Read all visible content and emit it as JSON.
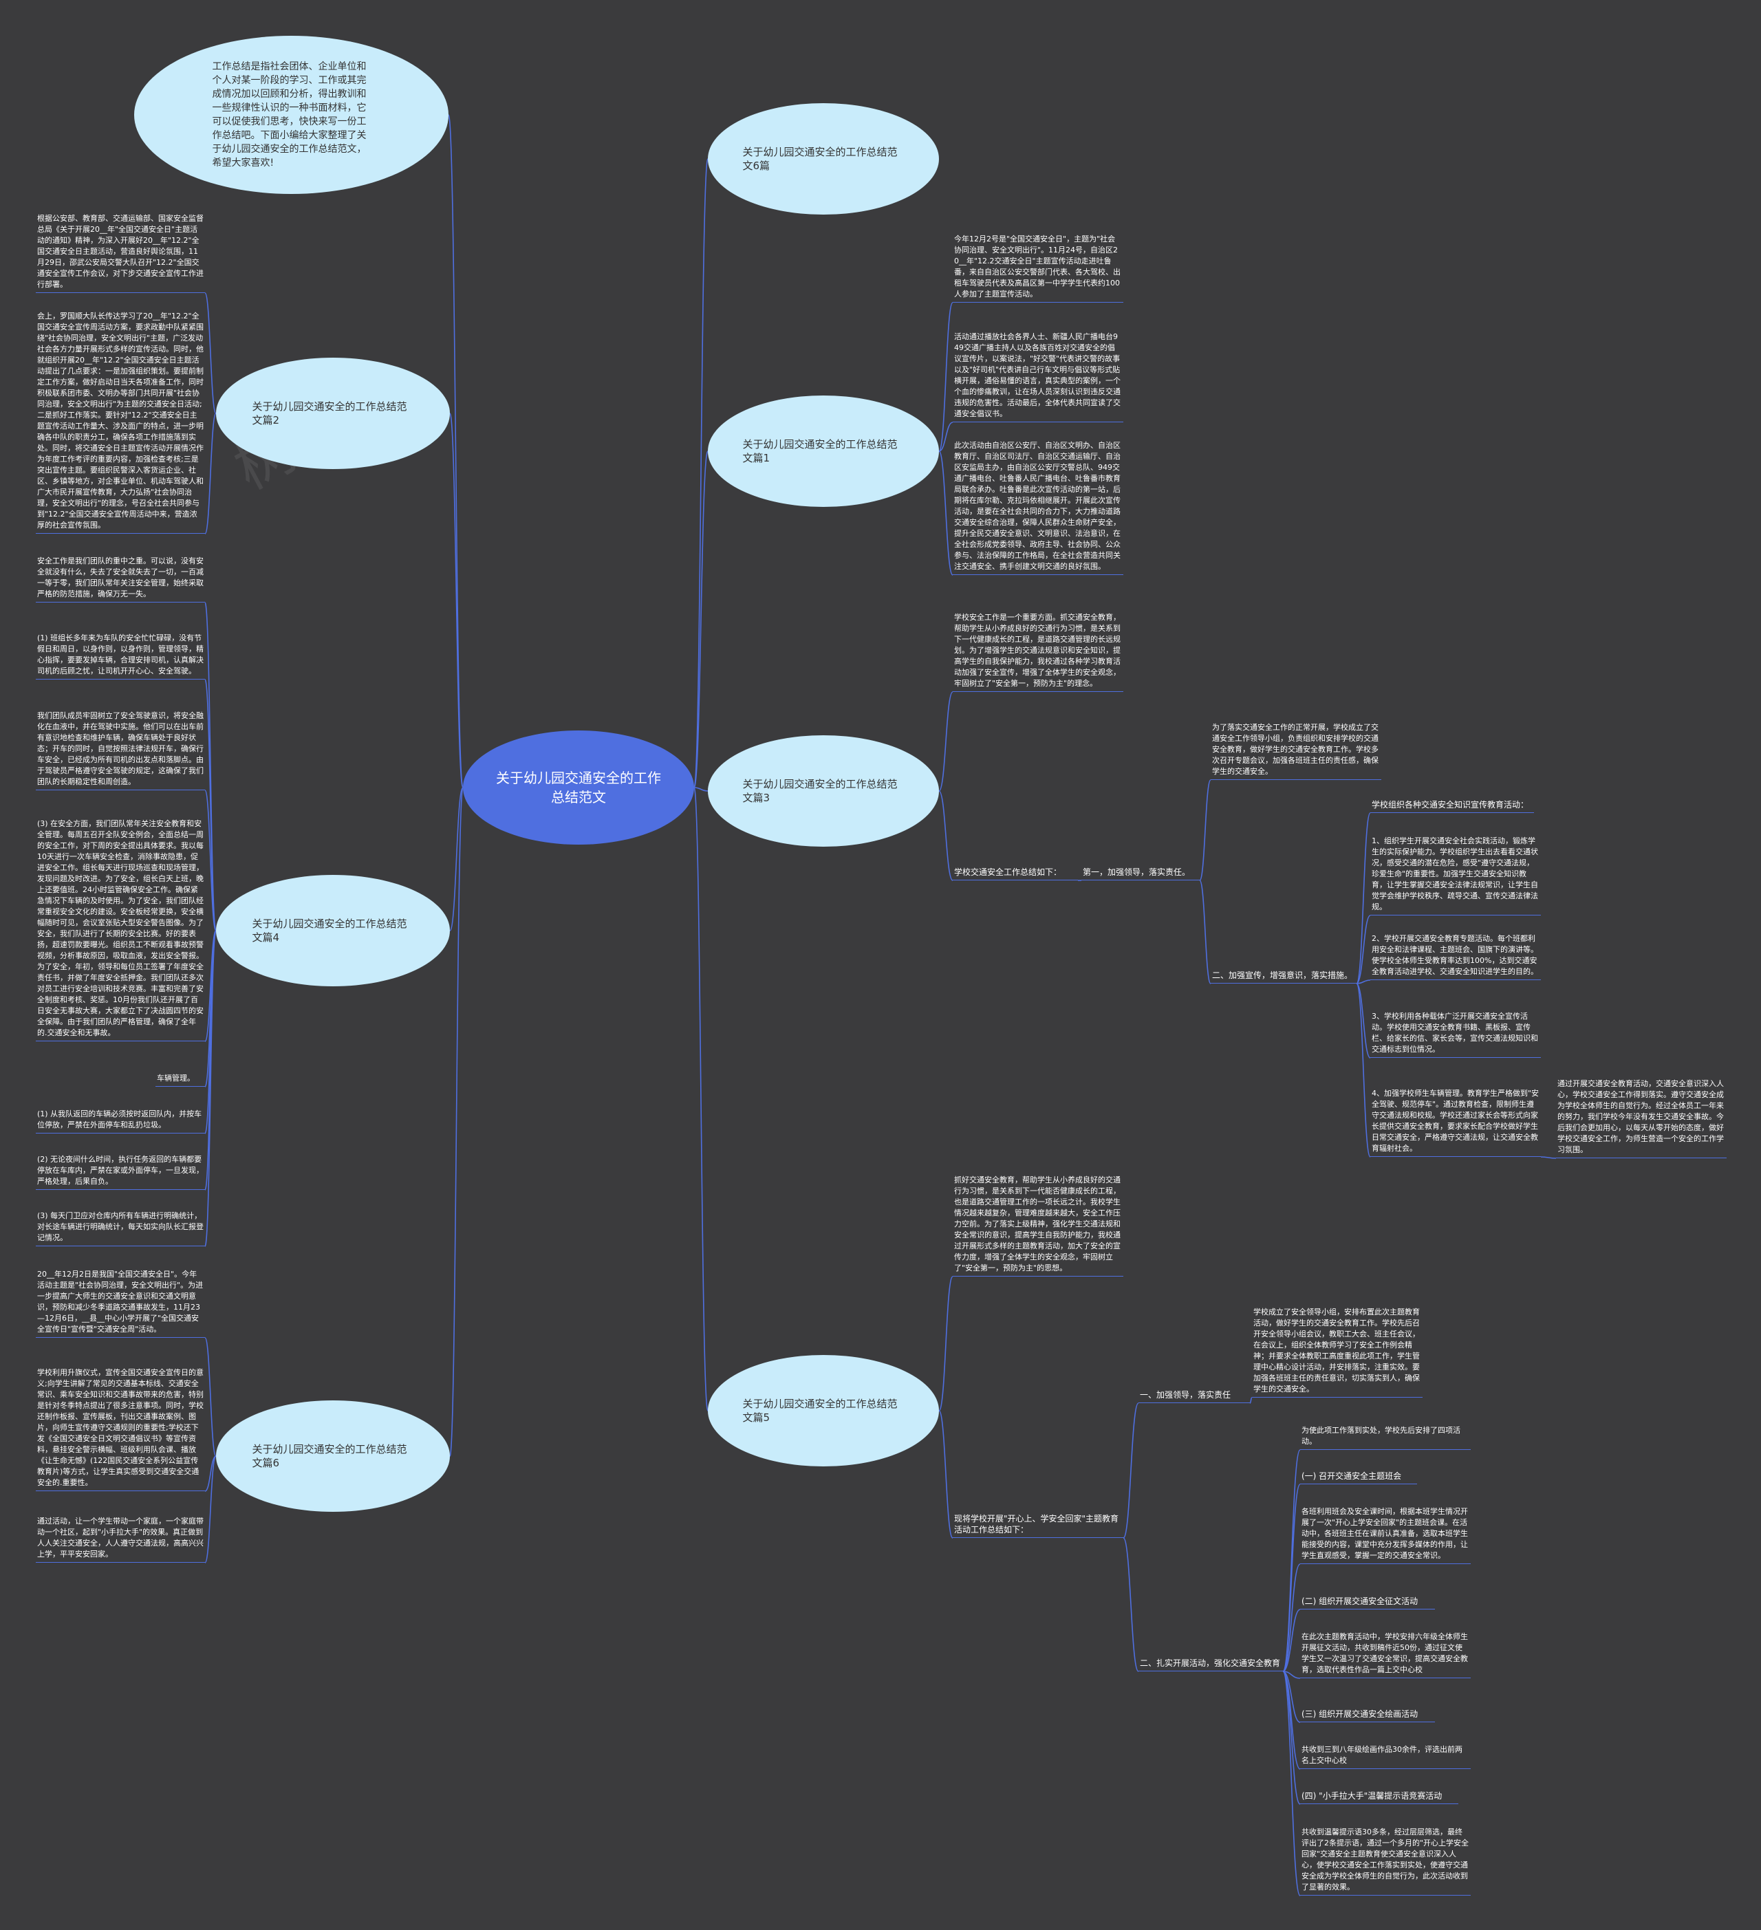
{
  "colors": {
    "background": "#3b3b3d",
    "root": "#4f6fe0",
    "topic": "#c9ecfb",
    "line": "#4f6fe0",
    "text": "#ffffff"
  },
  "watermark": "树图 s",
  "root": "关于幼儿园交通安全的工作总结范文",
  "intro": "工作总结是指社会团体、企业单位和个人对某一阶段的学习、工作或其完成情况加以回顾和分析，得出教训和一些规律性认识的一种书面材料，它可以促使我们思考，快快来写一份工作总结吧。下面小编给大家整理了关于幼儿园交通安全的工作总结范文，希望大家喜欢!",
  "topics": {
    "t6pian": "关于幼儿园交通安全的工作总结范文6篇",
    "t1": "关于幼儿园交通安全的工作总结范文篇1",
    "t2": "关于幼儿园交通安全的工作总结范文篇2",
    "t3": "关于幼儿园交通安全的工作总结范文篇3",
    "t4": "关于幼儿园交通安全的工作总结范文篇4",
    "t5": "关于幼儿园交通安全的工作总结范文篇5",
    "t6": "关于幼儿园交通安全的工作总结范文篇6"
  },
  "left": {
    "p2a": "根据公安部、教育部、交通运输部、国家安全监督总局《关于开展20__年\"全国交通安全日\"主题活动的通知》精神，为深入开展好20__年\"12.2\"全国交通安全日主题活动，营造良好舆论氛围，11月29日，邵武公安局交警大队召开\"12.2\"全国交通安全宣传工作会议，对下步交通安全宣传工作进行部署。",
    "p2b": "会上，罗国顺大队长传达学习了20__年\"12.2\"全国交通安全宣传周活动方案，要求政勤中队紧紧围绕\"社会协同治理，安全文明出行\"主题，广泛发动社会各方力量开展形式多样的宣传活动。同时，他就组织开展20__年\"12.2\"全国交通安全日主题活动提出了几点要求：一是加强组织策划。要提前制定工作方案，做好启动日当天各项准备工作，同时积极联系团市委、文明办等部门共同开展\"社会协同治理，安全文明出行\"为主题的交通安全日活动;二是抓好工作落实。要针对\"12.2\"交通安全日主题宣传活动工作量大、涉及面广的特点，进一步明确各中队的职责分工，确保各项工作措施落到实处。同时，将交通安全日主题宣传活动开展情况作为年度工作考评的重要内容，加强检查考核;三是突出宣传主题。要组织民警深入客货运企业、社区、乡镇等地方，对企事业单位、机动车驾驶人和广大市民开展宣传教育，大力弘扬\"社会协同治理，安全文明出行\"的理念，号召全社会共同参与到\"12.2\"全国交通安全宣传周活动中来，营造浓厚的社会宣传氛围。",
    "p4a": "安全工作是我们团队的重中之重。可以说，没有安全就没有什么，失去了安全就失去了一切，一百减一等于零，我们团队常年关注安全管理，始终采取严格的防范措施，确保万无一失。",
    "p4b": "(1) 班组长多年来为车队的安全忙忙碌碌，没有节假日和周日，以身作则，以身作则，管理领导，精心指挥，要要发掉车辆，合理安排司机，认真解决司机的后顾之忧，让司机开开心心、安全驾驶。",
    "p4c": "我们团队成员牢固树立了安全驾驶意识，将安全融化在血液中，并在驾驶中实施。他们可以在出车前有意识地检查和维护车辆，确保车辆处于良好状态；开车的同时，自觉按照法律法规开车，确保行车安全，已经成为所有司机的出发点和落脚点。由于驾驶员严格遵守安全驾驶的规定，这确保了我们团队的长期稳定性和周创造。",
    "p4d": "(3) 在安全方面，我们团队常年关注安全教育和安全管理。每周五召开全队安全例会，全面总结一周的安全工作，对下周的安全提出具体要求。我以每10天进行一次车辆安全检查，消除事故隐患，促进安全工作。组长每天进行现场巡查和现场管理，发现问题及时改进。为了安全，组长白天上班，晚上还要值班。24小时监管确保安全工作。确保紧急情况下车辆的及时使用。为了安全，我们团队经常重视安全文化的建设。安全板经常更换，安全横幅随时可见，会议室张贴大型安全警告图像。为了安全，我们队进行了长期的安全比赛。好的要表扬，超速罚款要曝光。组织员工不断观看事故预警视频，分析事故原因，吸取血液，发出安全警报。为了安全，年初，领导和每位员工签署了年度安全责任书，并做了年度安全抵押金。我们团队还多次对员工进行安全培训和技术竞赛。丰富和完善了安全制度和考核、奖惩。10月份我们队还开展了百日安全无事故大赛，大家都立下了决战圆四节的安全保障。由于我们团队的严格管理，确保了全年的.交通安全和无事故。",
    "p4e": "车辆管理。",
    "p4f": "(1) 从我队返回的车辆必须按时返回队内，并按车位停放，严禁在外面停车和乱扔垃圾。",
    "p4g": "(2) 无论夜间什么时间，执行任务返回的车辆都要停放在车库内，严禁在家或外面停车，一旦发现，严格处理，后果自负。",
    "p4h": "(3) 每天门卫应对仓库内所有车辆进行明确统计，对长途车辆进行明确统计，每天如实向队长汇报登记情况。",
    "p6a": "20__年12月2日是我国\"全国交通安全日\"。今年活动主题是\"社会协同治理，安全文明出行\"。为进一步提高广大师生的交通安全意识和交通文明意识，预防和减少冬季道路交通事故发生，11月23—12月6日，__县__中心小学开展了\"全国交通安全宣传日\"宣传暨\"交通安全周\"活动。",
    "p6b": "学校利用升旗仪式，宣传全国交通安全宣传日的意义;向学生讲解了常见的交通基本标线、交通安全常识、乘车安全知识和交通事故带来的危害，特别是针对冬季特点提出了很多注意事项。同时，学校还制作板报、宣传展板，刊出交通事故案例、图片，向师生宣传遵守交通规则的重要性;学校还下发《全国交通安全日文明交通倡议书》等宣传资料，悬挂安全警示横幅、班级利用队会课、播放《让生命无憾》(122国民交通安全系列公益宣传教育片)等方式，让学生真实感受到交通安全交通安全的.重要性。",
    "p6c": "通过活动，让一个学生带动一个家庭，一个家庭带动一个社区，起到\"小手拉大手\"的效果。真正做到人人关注交通安全，人人遵守交通法规，高高兴兴上学，平平安安回家。"
  },
  "right": {
    "p1a": "今年12月2号是\"全国交通安全日\"，主题为\"社会协同治理、安全文明出行\"。11月24号，自治区20__年\"12.2交通安全日\"主题宣传活动走进吐鲁番，来自自治区公安交警部门代表、各大驾校、出租车驾驶员代表及高昌区第一中学学生代表约100人参加了主题宣传活动。",
    "p1b": "活动通过播放社会各界人士、新疆人民广播电台949交通广播主持人以及各族百姓对交通安全的倡议宣传片，以案说法，\"好交警\"代表讲交警的故事以及\"好司机\"代表讲自己行车文明与倡议等形式贴横开展，通俗易懂的语言，真实典型的案例，一个个血的惨痛教训，让在场人员深刻认识到违反交通违规的危害性。活动最后，全体代表共同宣读了交通安全倡议书。",
    "p1c": "此次活动由自治区公安厅、自治区文明办、自治区教育厅、自治区司法厅、自治区交通运输厅、自治区安监局主办，由自治区公安厅交警总队、949交通广播电台、吐鲁番人民广播电台、吐鲁番市教育局联合承办。吐鲁番是此次宣传活动的第一站，后期将在库尔勒、克拉玛依相继展开。开展此次宣传活动，是要在全社会共同的合力下，大力推动道路交通安全综合治理，保障人民群众生命财产安全，提升全民交通安全意识、文明意识、法治意识，在全社会形成党委领导、政府主导、社会协同、公众参与、法治保障的工作格局，在全社会营造共同关注交通安全、携手创建文明交通的良好氛围。",
    "p3a": "学校安全工作是一个重要方面。抓交通安全教育，帮助学生从小养成良好的交通行为习惯，是关系到下一代健康成长的工程，是道路交通管理的长远规划。为了增强学生的交通法规意识和安全知识，提高学生的自我保护能力，我校通过各种学习教育活动加强了安全宣传，增强了全体学生的安全观念，牢固树立了\"安全第一，预防为主\"的理念。",
    "p3b": "学校交通安全工作总结如下：",
    "p3c": "第一，加强领导，落实责任。",
    "p3d": "为了落实交通安全工作的正常开展，学校成立了交通安全工作领导小组，负责组织和安排学校的交通安全教育，做好学生的交通安全教育工作。学校多次召开专题会议，加强各班班主任的责任感，确保学生的交通安全。",
    "p3e": "二、加强宣传，增强意识，落实措施。",
    "p3f": "学校组织各种交通安全知识宣传教育活动：",
    "p3g": "1、组织学生开展交通安全社会实践活动，锻炼学生的实际保护能力。学校组织学生出去看看交通状况，感受交通的潜在危险，感受\"遵守交通法规，珍爱生命\"的重要性。加强学生交通安全知识教育，让学生掌握交通安全法律法规常识，让学生自觉学会维护学校秩序、疏导交通、宣传交通法律法规。",
    "p3h": "2、学校开展交通安全教育专题活动。每个班都利用安全和法律课程、主题班会、国旗下的演讲等。使学校全体师生受教育率达到100%，达到交通安全教育活动进学校、交通安全知识进学生的目的。",
    "p3i": "3、学校利用各种载体广泛开展交通安全宣传活动。学校使用交通安全教育书籍、黑板报、宣传栏、给家长的信、家长会等，宣传交通法规知识和交通标志到位情况。",
    "p3j": "4、加强学校师生车辆管理。教育学生严格做到\"安全驾驶、规范停车\"。通过教育检查，限制师生遵守交通法规和校规。学校还通过家长会等形式向家长提供交通安全教育，要求家长配合学校做好学生日常交通安全，严格遵守交通法规，让交通安全教育辐射社会。",
    "p3k": "通过开展交通安全教育活动，交通安全意识深入人心，学校交通安全工作得到落实。遵守交通安全成为学校全体师生的自觉行为。经过全体员工一年来的努力，我们学校今年没有发生交通安全事故。今后我们会更加用心，以每天从零开始的态度，做好学校交通安全工作，为师生营造一个安全的工作学习氛围。",
    "p5a": "抓好交通安全教育，帮助学生从小养成良好的交通行为习惯，是关系到下一代能否健康成长的工程，也是道路交通管理工作的一项长远之计。我校学生情况越来越复杂，管理难度越来越大，安全工作压力空前。为了落实上级精神，强化学生交通法规和安全常识的意识，提高学生自我防护能力，我校通过开展形式多样的主题教育活动，加大了安全的宣传力度，增强了全体学生的安全观念，牢固树立了\"安全第一，预防为主\"的思想。",
    "p5b": "现将学校开展\"开心上、学安全回家\"主题教育活动工作总结如下：",
    "p5c": "一、加强领导，落实责任",
    "p5d": "学校成立了安全领导小组，安排布置此次主题教育活动，做好学生的交通安全教育工作。学校先后召开安全领导小组会议，教职工大会、班主任会议，在会议上，组织全体教师学习了安全工作例会精神；并要求全体教职工高度重视此项工作，学生管理中心精心设计活动，并安排落实，注重实效。要加强各班班主任的责任意识，切实落实到人，确保学生的交通安全。",
    "p5e": "二、扎实开展活动，强化交通安全教育",
    "p5f": "为使此项工作落到实处，学校先后安排了四项活动。",
    "p5g": "(一) 召开交通安全主题班会",
    "p5h": "各班利用班会及安全课时间，根据本班学生情况开展了一次\"开心上学安全回家\"的主题班会课。在活动中，各班班主任在课前认真准备，选取本班学生能接受的内容，课堂中充分发挥多媒体的作用，让学生直观感受，掌握一定的交通安全常识。",
    "p5i": "(二) 组织开展交通安全征文活动",
    "p5j": "在此次主题教育活动中，学校安排六年级全体师生开展征文活动，共收到稿件近50份，通过征文使学生又一次温习了交通安全常识，提高交通安全教育，选取代表性作品一篇上交中心校",
    "p5k": "(三) 组织开展交通安全绘画活动",
    "p5l": "共收到三到八年级绘画作品30余件，评选出前两名上交中心校",
    "p5m": "(四) \"小手拉大手\"温馨提示语竞赛活动",
    "p5n": "共收到温馨提示语30多条，经过层层筛选，最终评出了2条提示语，通过一个多月的\"开心上学安全回家\"交通安全主题教育使交通安全意识深入人心，使学校交通安全工作落实到实处，使遵守交通安全成为学校全体师生的自觉行为，此次活动收到了显著的效果。"
  }
}
